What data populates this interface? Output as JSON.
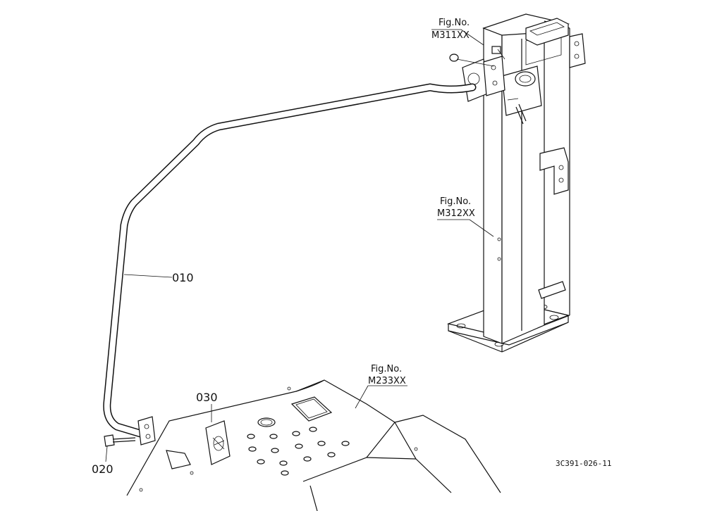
{
  "callouts": {
    "fig_top": {
      "line1": "Fig.No.",
      "line2": "M311XX"
    },
    "fig_mid": {
      "line1": "Fig.No.",
      "line2": "M312XX"
    },
    "fig_bottom": {
      "line1": "Fig.No.",
      "line2": "M233XX"
    }
  },
  "parts": {
    "p010": "010",
    "p020": "020",
    "p030": "030"
  },
  "drawing_code": "3C391-026-11"
}
